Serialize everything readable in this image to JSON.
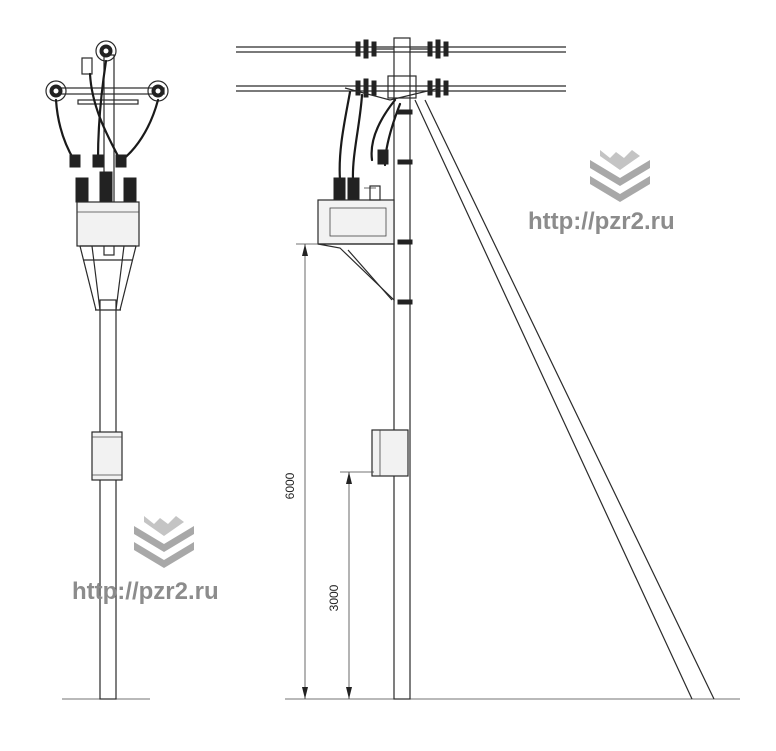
{
  "watermark": {
    "text_right": "http://pzr2.ru",
    "text_left": "http://pzr2.ru",
    "color": "#8c8c8c",
    "logo_icon": "chevron-logo-icon"
  },
  "dimensions": {
    "total_height": "6000",
    "box_height": "3000"
  }
}
